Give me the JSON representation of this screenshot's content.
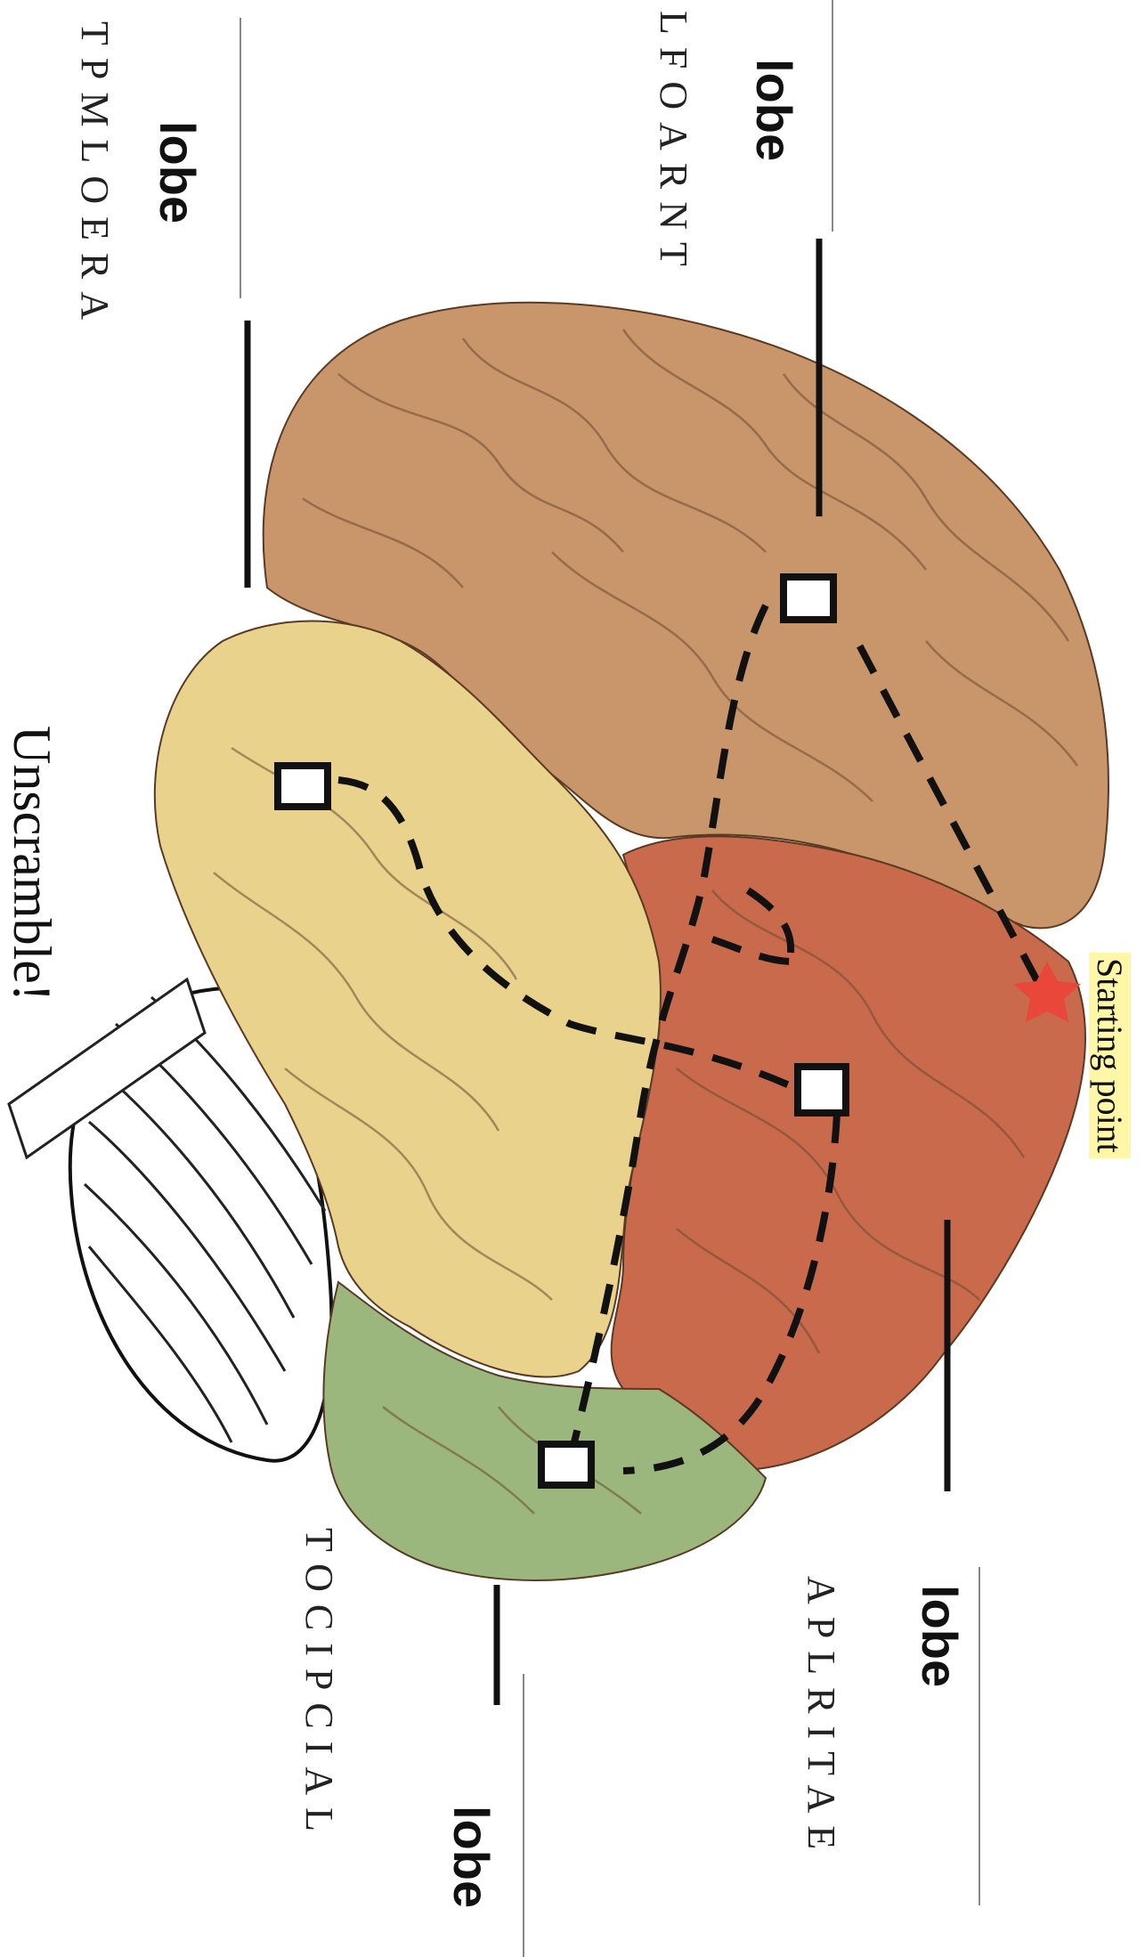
{
  "labels": {
    "frontal": {
      "scrambled": "LFOARNT",
      "suffix": "lobe"
    },
    "temporal": {
      "scrambled": "TPMLOERA",
      "suffix": "lobe"
    },
    "parietal": {
      "scrambled": "APLRITAE",
      "suffix": "lobe"
    },
    "occipital": {
      "scrambled": "TOCIPCIAL",
      "suffix": "lobe"
    }
  },
  "instruction": "Unscramble!",
  "start_label": "Starting point",
  "colors": {
    "frontal": "#c9956a",
    "parietal": "#c96a4c",
    "temporal": "#e8d28c",
    "occipital": "#9bb77e",
    "cerebellum": "#ffffff",
    "star": "#e8473a",
    "highlight": "#fff7a8"
  }
}
